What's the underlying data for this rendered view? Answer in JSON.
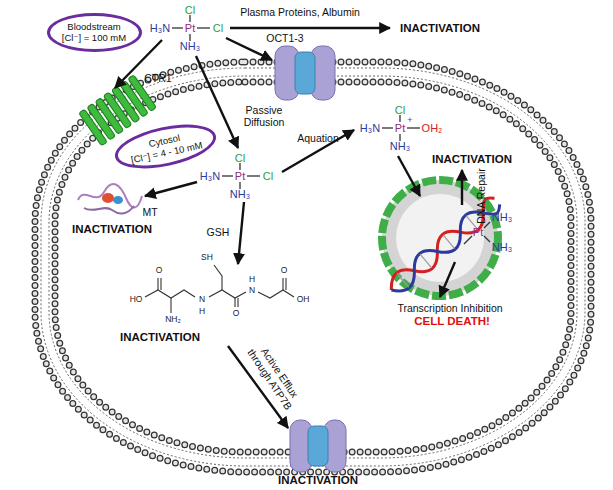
{
  "diagram": {
    "nodes": [
      {
        "text": [
          "Bloodstream",
          "[Cl⁻] = 100 mM"
        ]
      },
      {
        "text": [
          "Cytosol",
          "[Cl⁻] = 4 - 10 mM"
        ]
      }
    ],
    "labels": [
      "Plasma Proteins, Albumin",
      "INACTIVATION",
      "Cl",
      "H₃N",
      "Pt",
      "Cl",
      "NH₃",
      "CTR1",
      "OCT1-3",
      "Passive Diffusion",
      "MT",
      "INACTIVATION",
      "Cl",
      "H₃N",
      "Pt",
      "Cl",
      "NH₃",
      "Aquation",
      "Cl",
      "H₃N",
      "Pt",
      "+",
      "OH₂",
      "NH₃",
      "INACTIVATION",
      "DNA Repair",
      "Pt",
      "NH₃",
      "NH₃",
      "GSH",
      "HO",
      "O",
      "NH₂",
      "SH",
      "H",
      "N",
      "O",
      "N",
      "H",
      "O",
      "OH",
      "INACTIVATION",
      "Active Efflux through ATP7B",
      "Transcription Inhibition",
      "CELL DEATH!",
      "INACTIVATION"
    ]
  }
}
